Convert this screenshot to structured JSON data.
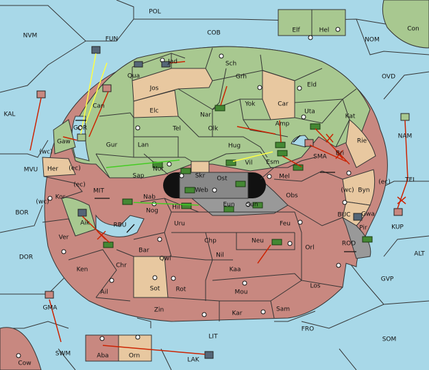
{
  "colors": {
    "sea": "#a8d8e8",
    "green": "#a8c890",
    "tan": "#e8c8a0",
    "red": "#c88880",
    "gray": "#999999",
    "dark": "#7a7a7a",
    "arrow_red": "#cc2200",
    "arrow_yellow": "#ffff44",
    "arrow_green": "#44cc22",
    "army": "#448833",
    "fleet": "#556677"
  },
  "seas": [
    {
      "id": "POL",
      "label": "POL"
    },
    {
      "id": "NVM",
      "label": "NVM"
    },
    {
      "id": "FUN",
      "label": "FUN"
    },
    {
      "id": "COB",
      "label": "COB"
    },
    {
      "id": "NOM",
      "label": "NOM"
    },
    {
      "id": "CON",
      "label": "Con"
    },
    {
      "id": "OVD",
      "label": "OVD"
    },
    {
      "id": "KAL",
      "label": "KAL"
    },
    {
      "id": "GOR",
      "label": "GOR"
    },
    {
      "id": "MVU",
      "label": "MVU"
    },
    {
      "id": "SMA",
      "label": "SMA"
    },
    {
      "id": "NAM",
      "label": "NAM"
    },
    {
      "id": "TEI",
      "label": "TEI"
    },
    {
      "id": "BOR",
      "label": "BOR"
    },
    {
      "id": "MIT",
      "label": "MIT"
    },
    {
      "id": "RBU",
      "label": "RBU"
    },
    {
      "id": "BUC",
      "label": "BUC"
    },
    {
      "id": "KUP",
      "label": "KUP"
    },
    {
      "id": "ALT",
      "label": "ALT"
    },
    {
      "id": "DOR",
      "label": "DOR"
    },
    {
      "id": "ROD",
      "label": "ROD"
    },
    {
      "id": "GVP",
      "label": "GVP"
    },
    {
      "id": "GMA",
      "label": "GMA"
    },
    {
      "id": "FRO",
      "label": "FRO"
    },
    {
      "id": "SOM",
      "label": "SOM"
    },
    {
      "id": "LIT",
      "label": "LIT"
    },
    {
      "id": "SWM",
      "label": "SWM"
    },
    {
      "id": "LAK",
      "label": "LAK"
    },
    {
      "id": "COW",
      "label": "Cow"
    },
    {
      "id": "ELF",
      "label": "Elf"
    },
    {
      "id": "HEL",
      "label": "Hel"
    }
  ],
  "provinces": [
    {
      "id": "JAD",
      "label": "Jad"
    },
    {
      "id": "QUA",
      "label": "Qua"
    },
    {
      "id": "SCH",
      "label": "Sch"
    },
    {
      "id": "JOS",
      "label": "Jos"
    },
    {
      "id": "GRH",
      "label": "Grh"
    },
    {
      "id": "ELD",
      "label": "Eld"
    },
    {
      "id": "CAN",
      "label": "Can"
    },
    {
      "id": "NAR",
      "label": "Nar"
    },
    {
      "id": "YOK",
      "label": "Yok"
    },
    {
      "id": "CAR",
      "label": "Car"
    },
    {
      "id": "UTA",
      "label": "Uta"
    },
    {
      "id": "KAT",
      "label": "Kat"
    },
    {
      "id": "ELC",
      "label": "Elc"
    },
    {
      "id": "GAW",
      "label": "Gaw"
    },
    {
      "id": "OLK",
      "label": "Olk"
    },
    {
      "id": "AMP",
      "label": "Amp"
    },
    {
      "id": "TEL",
      "label": "Tel"
    },
    {
      "id": "GUR",
      "label": "Gur"
    },
    {
      "id": "LAN",
      "label": "Lan"
    },
    {
      "id": "HUG",
      "label": "Hug"
    },
    {
      "id": "RIE",
      "label": "Rie"
    },
    {
      "id": "BRI",
      "label": "Bri"
    },
    {
      "id": "HER",
      "label": "Her"
    },
    {
      "id": "SAP",
      "label": "Sap"
    },
    {
      "id": "NOR",
      "label": "Nor"
    },
    {
      "id": "VIL",
      "label": "Vil"
    },
    {
      "id": "ESM",
      "label": "Esm"
    },
    {
      "id": "SKR",
      "label": "Skr"
    },
    {
      "id": "OST",
      "label": "Ost"
    },
    {
      "id": "MEL",
      "label": "Mel"
    },
    {
      "id": "BYN",
      "label": "Byn"
    },
    {
      "id": "WEB",
      "label": "Web"
    },
    {
      "id": "KOR",
      "label": "Kor"
    },
    {
      "id": "NAB",
      "label": "Nab"
    },
    {
      "id": "OBS",
      "label": "Obs"
    },
    {
      "id": "GWA",
      "label": "Gwa"
    },
    {
      "id": "EUN",
      "label": "Eun"
    },
    {
      "id": "SUN",
      "label": "Sun"
    },
    {
      "id": "HIL",
      "label": "Hil"
    },
    {
      "id": "NOG",
      "label": "Nog"
    },
    {
      "id": "AIK",
      "label": "Aik"
    },
    {
      "id": "URU",
      "label": "Uru"
    },
    {
      "id": "FEU",
      "label": "Feu"
    },
    {
      "id": "PIR",
      "label": "Pir"
    },
    {
      "id": "VER",
      "label": "Ver"
    },
    {
      "id": "CHP",
      "label": "Chp"
    },
    {
      "id": "NEU",
      "label": "Neu"
    },
    {
      "id": "BAR",
      "label": "Bar"
    },
    {
      "id": "ORL",
      "label": "Orl"
    },
    {
      "id": "QWI",
      "label": "Qwi"
    },
    {
      "id": "NIL",
      "label": "Nil"
    },
    {
      "id": "CHR",
      "label": "Chr"
    },
    {
      "id": "KEN",
      "label": "Ken"
    },
    {
      "id": "KAA",
      "label": "Kaa"
    },
    {
      "id": "SOT",
      "label": "Sot"
    },
    {
      "id": "ROT",
      "label": "Rot"
    },
    {
      "id": "LOS",
      "label": "Los"
    },
    {
      "id": "AIL",
      "label": "Ail"
    },
    {
      "id": "MOU",
      "label": "Mou"
    },
    {
      "id": "SAM",
      "label": "Sam"
    },
    {
      "id": "ZIN",
      "label": "Zin"
    },
    {
      "id": "KAR",
      "label": "Kar"
    },
    {
      "id": "ABA",
      "label": "Aba"
    },
    {
      "id": "ORN",
      "label": "Orn"
    }
  ],
  "coast_labels": [
    {
      "id": "GAW_WC",
      "label": "(wc)"
    },
    {
      "id": "HER_EC",
      "label": "(ec)"
    },
    {
      "id": "KOR_EC",
      "label": "(ec)"
    },
    {
      "id": "KOR_WC",
      "label": "(wc)"
    },
    {
      "id": "BYN_WC",
      "label": "(wc)"
    },
    {
      "id": "BYN_EC",
      "label": "(ec)"
    }
  ]
}
